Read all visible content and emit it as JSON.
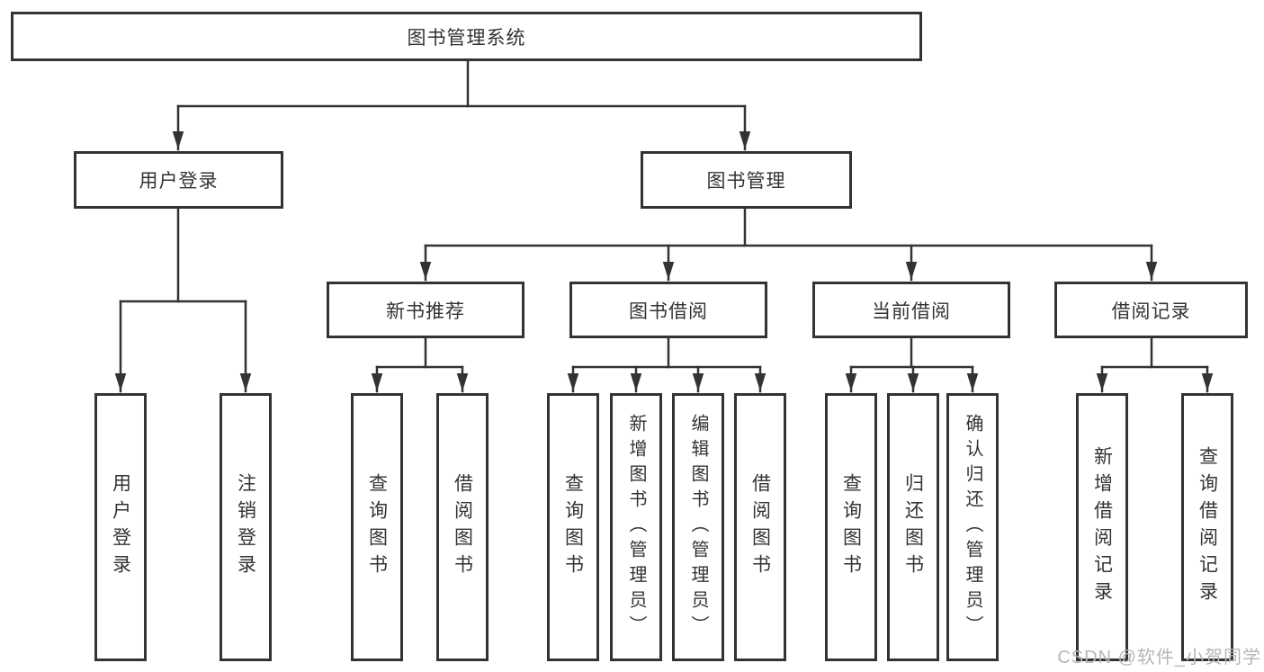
{
  "diagram": {
    "root": {
      "label": "图书管理系统"
    },
    "level2": {
      "user_login": {
        "label": "用户登录"
      },
      "book_management": {
        "label": "图书管理"
      }
    },
    "level3": {
      "new_book_recommend": {
        "label": "新书推荐"
      },
      "book_borrowing": {
        "label": "图书借阅"
      },
      "current_borrowing": {
        "label": "当前借阅"
      },
      "borrowing_records": {
        "label": "借阅记录"
      }
    },
    "leaves": {
      "user_login": {
        "login": "用户登录",
        "logout": "注销登录"
      },
      "new_book_recommend": {
        "query": "查询图书",
        "borrow": "借阅图书"
      },
      "book_borrowing": {
        "query": "查询图书",
        "add": "新增图书（管理员）",
        "edit": "编辑图书（管理员）",
        "borrow": "借阅图书"
      },
      "current_borrowing": {
        "query": "查询图书",
        "return": "归还图书",
        "confirm": "确认归还（管理员）"
      },
      "borrowing_records": {
        "add": "新增借阅记录",
        "query": "查询借阅记录"
      }
    }
  },
  "watermark": {
    "text": "CSDN @软件_小贺同学"
  },
  "colors": {
    "line": "#333333",
    "text": "#333333",
    "background": "#ffffff",
    "watermark": "#b3b6ba"
  }
}
